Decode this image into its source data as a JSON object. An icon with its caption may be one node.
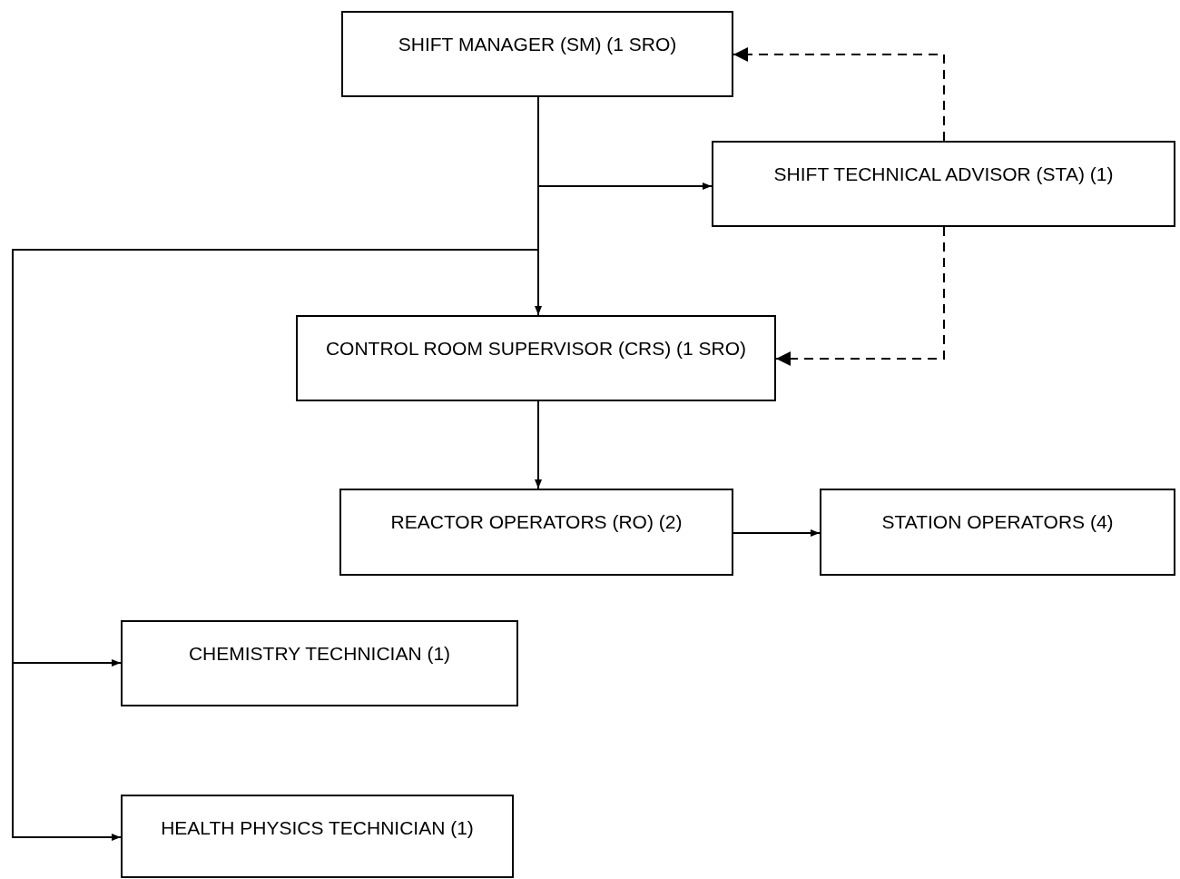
{
  "diagram": {
    "nodes": [
      {
        "text": [
          "SHIFT MANAGER (SM) (1 SRO)"
        ]
      },
      {
        "text": [
          "SHIFT TECHNICAL ADVISOR (STA) (1)"
        ]
      },
      {
        "text": [
          "CONTROL ROOM SUPERVISOR (CRS) (1 SRO)"
        ]
      },
      {
        "text": [
          "REACTOR OPERATORS (RO) (2)"
        ]
      },
      {
        "text": [
          "STATION OPERATORS (4)"
        ]
      },
      {
        "text": [
          "CHEMISTRY TECHNICIAN (1)"
        ]
      },
      {
        "text": [
          "HEALTH PHYSICS TECHNICIAN (1)"
        ]
      }
    ],
    "edges": [
      {
        "from": 0,
        "to": 1,
        "arrow": "to"
      },
      {
        "from": 0,
        "to": 2,
        "arrow": "to"
      },
      {
        "from": 1,
        "to": 0,
        "arrow": "to",
        "style": "dashed"
      },
      {
        "from": 1,
        "to": 2,
        "arrow": "to",
        "style": "dashed"
      },
      {
        "from": 2,
        "to": 3,
        "arrow": "to"
      },
      {
        "from": 3,
        "to": 4,
        "arrow": "to"
      },
      {
        "from": 0,
        "to": 5,
        "arrow": "to"
      },
      {
        "from": 0,
        "to": 6,
        "arrow": "to"
      }
    ]
  }
}
